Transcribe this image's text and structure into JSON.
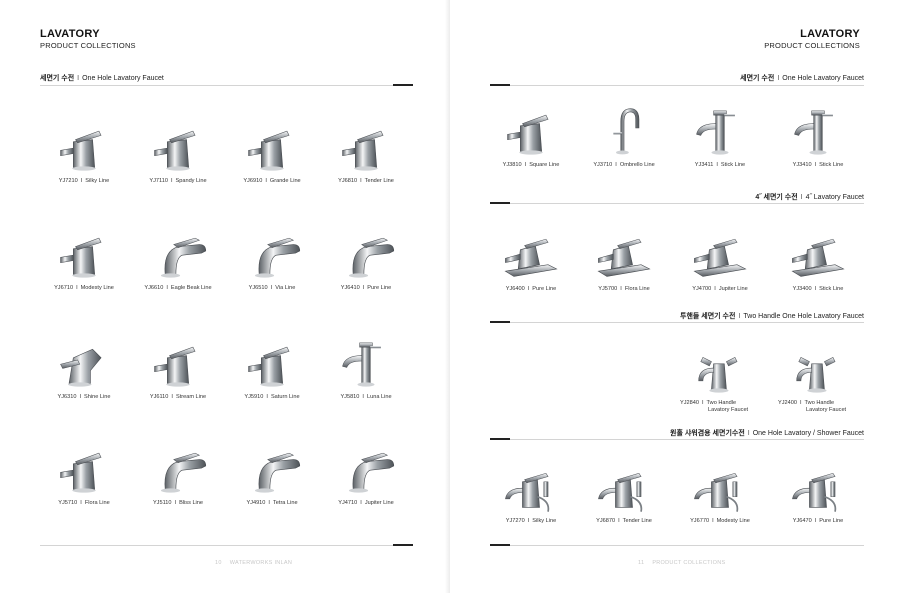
{
  "left": {
    "brand": "LAVATORY",
    "subtitle": "PRODUCT COLLECTIONS",
    "section": {
      "ko": "세면기 수전",
      "sep": "I",
      "en": "One Hole Lavatory Faucet"
    },
    "items": [
      {
        "code": "YJ7210",
        "name": "Silky Line",
        "icon": "faucet-single-lever-icon"
      },
      {
        "code": "YJ7110",
        "name": "Spandy Line",
        "icon": "faucet-single-lever-icon"
      },
      {
        "code": "YJ6910",
        "name": "Grande Line",
        "icon": "faucet-single-lever-icon"
      },
      {
        "code": "YJ6810",
        "name": "Tender Line",
        "icon": "faucet-single-lever-icon"
      },
      {
        "code": "YJ6710",
        "name": "Modesty Line",
        "icon": "faucet-single-lever-icon"
      },
      {
        "code": "YJ6610",
        "name": "Eagle Beak Line",
        "icon": "faucet-curved-spout-icon"
      },
      {
        "code": "YJ6510",
        "name": "Via Line",
        "icon": "faucet-curved-spout-icon"
      },
      {
        "code": "YJ6410",
        "name": "Pure Line",
        "icon": "faucet-curved-spout-icon"
      },
      {
        "code": "YJ6310",
        "name": "Shine Line",
        "icon": "faucet-angular-icon"
      },
      {
        "code": "YJ6110",
        "name": "Stream Line",
        "icon": "faucet-single-lever-icon"
      },
      {
        "code": "YJ5910",
        "name": "Saturn Line",
        "icon": "faucet-single-lever-icon"
      },
      {
        "code": "YJ5810",
        "name": "Luna Line",
        "icon": "faucet-tall-pillar-icon"
      },
      {
        "code": "YJ5710",
        "name": "Flora Line",
        "icon": "faucet-single-lever-icon"
      },
      {
        "code": "YJ5110",
        "name": "Bliss Line",
        "icon": "faucet-curved-spout-icon"
      },
      {
        "code": "YJ4910",
        "name": "Tetra Line",
        "icon": "faucet-curved-spout-icon"
      },
      {
        "code": "YJ4710",
        "name": "Jupiter Line",
        "icon": "faucet-curved-spout-icon"
      }
    ],
    "footer": {
      "page": "10",
      "text": "WATERWORKS INLAN"
    }
  },
  "right": {
    "brand": "LAVATORY",
    "subtitle": "PRODUCT COLLECTIONS",
    "sections": [
      {
        "ko": "세면기 수전",
        "sep": "I",
        "en": "One Hole Lavatory Faucet",
        "items": [
          {
            "code": "YJ3810",
            "name": "Square Line",
            "icon": "faucet-single-lever-icon"
          },
          {
            "code": "YJ3710",
            "name": "Ombrello Line",
            "icon": "faucet-gooseneck-icon"
          },
          {
            "code": "YJ3411",
            "name": "Stick Line",
            "icon": "faucet-tall-pillar-icon"
          },
          {
            "code": "YJ3410",
            "name": "Stick Line",
            "icon": "faucet-tall-pillar-icon"
          }
        ]
      },
      {
        "ko": "4˝ 세면기 수전",
        "sep": "I",
        "en": "4˝ Lavatory Faucet",
        "items": [
          {
            "code": "YJ6400",
            "name": "Pure Line",
            "icon": "faucet-deck-plate-icon"
          },
          {
            "code": "YJ5700",
            "name": "Flora Line",
            "icon": "faucet-deck-plate-icon"
          },
          {
            "code": "YJ4700",
            "name": "Jupiter Line",
            "icon": "faucet-deck-plate-icon"
          },
          {
            "code": "YJ3400",
            "name": "Stick Line",
            "icon": "faucet-deck-plate-icon"
          }
        ]
      },
      {
        "ko": "투핸들 세면기 수전",
        "sep": "I",
        "en": "Two Handle One Hole  Lavatory Faucet",
        "items": [
          {
            "code": "YJ2840",
            "name": "Two Handle",
            "name2": "Lavatory Faucet",
            "icon": "faucet-two-handle-icon"
          },
          {
            "code": "YJ2400",
            "name": "Two Handle",
            "name2": "Lavatory Faucet",
            "icon": "faucet-two-handle-icon"
          }
        ]
      },
      {
        "ko": "원홀 샤워겸용 세면기수전",
        "sep": "I",
        "en": "One Hole  Lavatory / Shower Faucet",
        "items": [
          {
            "code": "YJ7270",
            "name": "Silky Line",
            "icon": "faucet-shower-combo-icon"
          },
          {
            "code": "YJ6870",
            "name": "Tender Line",
            "icon": "faucet-shower-combo-icon"
          },
          {
            "code": "YJ6770",
            "name": "Modesty Line",
            "icon": "faucet-shower-combo-icon"
          },
          {
            "code": "YJ6470",
            "name": "Pure Line",
            "icon": "faucet-shower-combo-icon"
          }
        ]
      }
    ],
    "footer": {
      "page": "11",
      "text": "PRODUCT COLLECTIONS"
    }
  },
  "colors": {
    "chrome_dark": "#6a6e73",
    "chrome_light": "#eef0f2",
    "rule": "#d4d4d4",
    "text": "#222222"
  }
}
